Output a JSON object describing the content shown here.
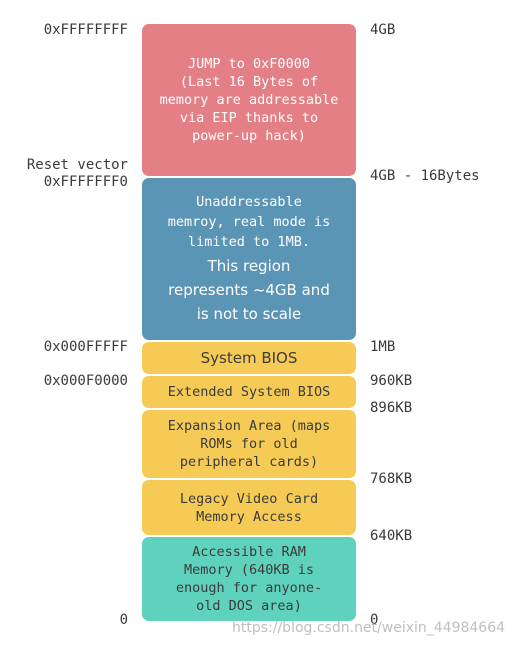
{
  "colors": {
    "jump": "#e57f86",
    "unaddressable": "#5b95b6",
    "bios": "#f6cb55",
    "ram": "#5fd2bd",
    "text_dark": "#3b3b3b",
    "text_light": "#ffffff"
  },
  "left_labels": [
    "0xFFFFFFFF",
    "Reset vector",
    "0xFFFFFFF0",
    "0x000FFFFF",
    "0x000F0000",
    "0"
  ],
  "right_labels": [
    "4GB",
    "4GB - 16Bytes",
    "1MB",
    "960KB",
    "896KB",
    "768KB",
    "640KB",
    "0"
  ],
  "blocks": {
    "jump": "JUMP to 0xF0000\n(Last 16 Bytes of\nmemory are addressable\nvia EIP thanks to\npower-up hack)",
    "unaddressable_mono": "Unaddressable\nmemroy, real mode is\nlimited to 1MB.",
    "unaddressable_sans": "This region\nrepresents ~4GB and\nis not to scale",
    "system_bios": "System BIOS",
    "extended_bios": "Extended System BIOS",
    "expansion": "Expansion Area (maps\nROMs for old\nperipheral cards)",
    "legacy_video": "Legacy Video Card\nMemory Access",
    "accessible_ram": "Accessible RAM\nMemory (640KB is\nenough for anyone-\nold DOS area)"
  },
  "watermark": "https://blog.csdn.net/weixin_44984664"
}
